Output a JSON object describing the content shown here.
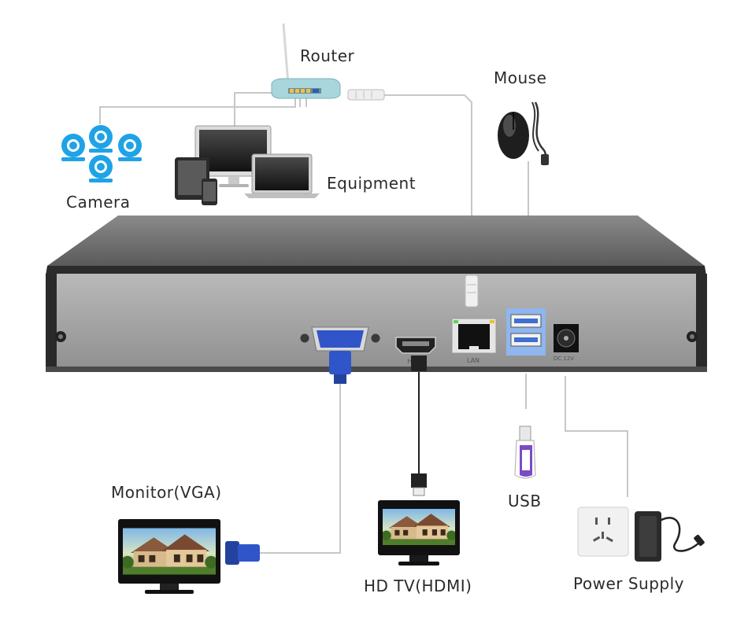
{
  "labels": {
    "router": "Router",
    "mouse": "Mouse",
    "camera": "Camera",
    "equipment": "Equipment",
    "monitor": "Monitor(VGA)",
    "hdtv": "HD TV(HDMI)",
    "usb": "USB",
    "power": "Power Supply"
  },
  "ports": {
    "hdmi": "HDMI",
    "lan": "LAN",
    "dc": "DC 12V"
  },
  "colors": {
    "nvr_top": "#6e6e6e",
    "nvr_front": "#a6a6a6",
    "camera_blue": "#1fa3e6",
    "vga_blue": "#2f55c8",
    "usb_blue": "#8fb6ee",
    "cable": "#c7c7c7"
  },
  "icons": [
    "router-icon",
    "mouse-icon",
    "camera-icon",
    "monitor-icon",
    "laptop-icon",
    "tablet-icon",
    "phone-icon",
    "usb-drive-icon",
    "wall-socket-icon",
    "power-adapter-icon",
    "tv-icon"
  ]
}
